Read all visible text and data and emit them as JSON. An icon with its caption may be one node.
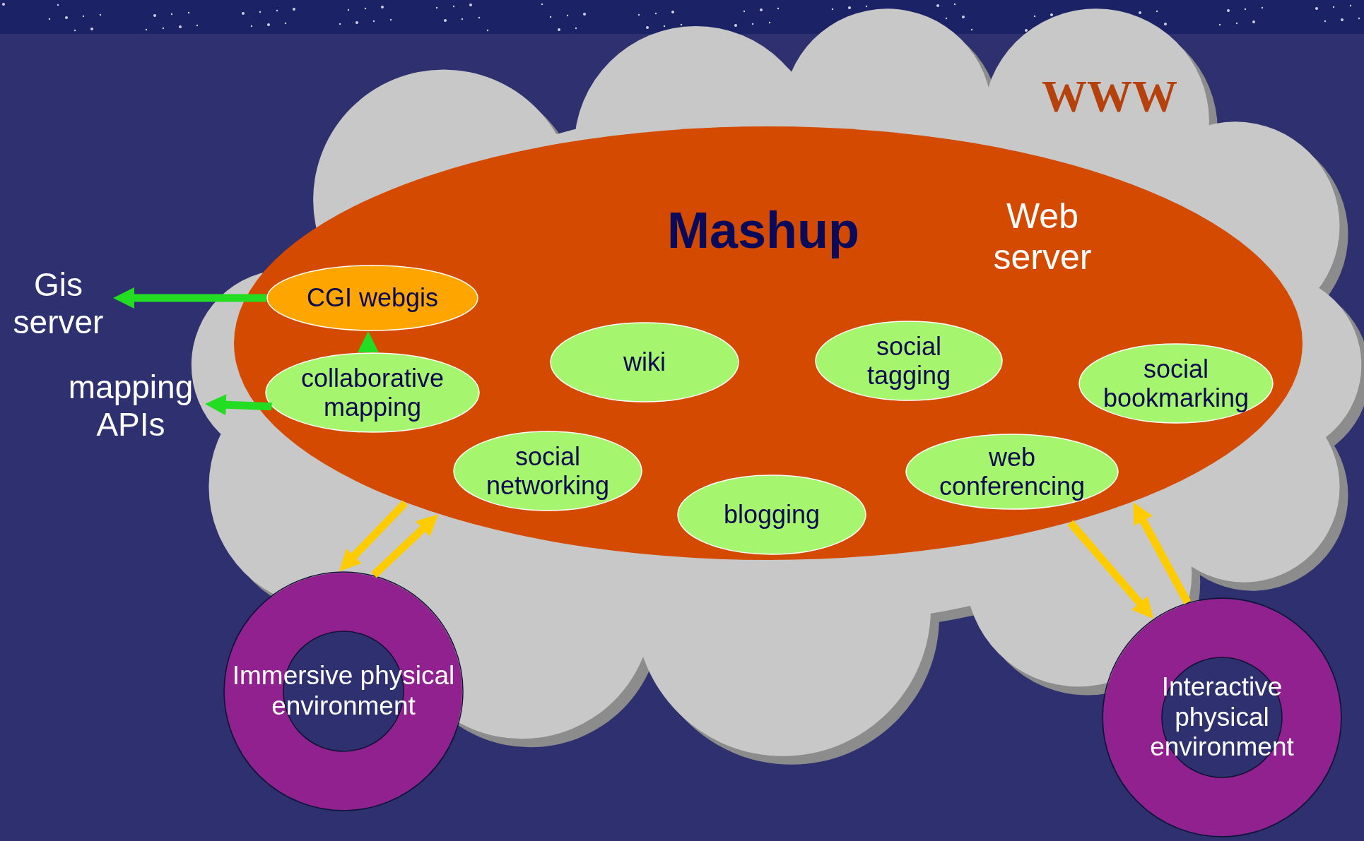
{
  "diagram": {
    "nodes": [
      {
        "text": [
          "WWW"
        ]
      },
      {
        "text": [
          "Mashup",
          "Web server"
        ],
        "in": 0
      },
      {
        "text": [
          "CGI webgis"
        ],
        "in": 1
      },
      {
        "text": [
          "collaborative mapping"
        ],
        "in": 1
      },
      {
        "text": [
          "wiki"
        ],
        "in": 1
      },
      {
        "text": [
          "social tagging"
        ],
        "in": 1
      },
      {
        "text": [
          "social bookmarking"
        ],
        "in": 1
      },
      {
        "text": [
          "social networking"
        ],
        "in": 1
      },
      {
        "text": [
          "web conferencing"
        ],
        "in": 1
      },
      {
        "text": [
          "blogging"
        ],
        "in": 1
      },
      {
        "text": [
          "Gis server"
        ]
      },
      {
        "text": [
          "mapping APIs"
        ]
      },
      {
        "text": [
          "Immersive physical environment"
        ]
      },
      {
        "text": [
          "Interactive physical environment"
        ]
      }
    ],
    "edges": [
      {
        "from": 3,
        "to": 2,
        "arrow": "to",
        "color": "#22dd22"
      },
      {
        "from": 2,
        "to": 10,
        "arrow": "to",
        "color": "#22dd22"
      },
      {
        "from": 3,
        "to": 11,
        "arrow": "to",
        "color": "#22dd22"
      },
      {
        "from": 1,
        "to": 12,
        "arrow": "to",
        "color": "#ffcc00"
      },
      {
        "from": 12,
        "to": 1,
        "arrow": "to",
        "color": "#ffcc00"
      },
      {
        "from": 1,
        "to": 13,
        "arrow": "to",
        "color": "#ffcc00"
      },
      {
        "from": 13,
        "to": 1,
        "arrow": "to",
        "color": "#ffcc00"
      }
    ]
  }
}
